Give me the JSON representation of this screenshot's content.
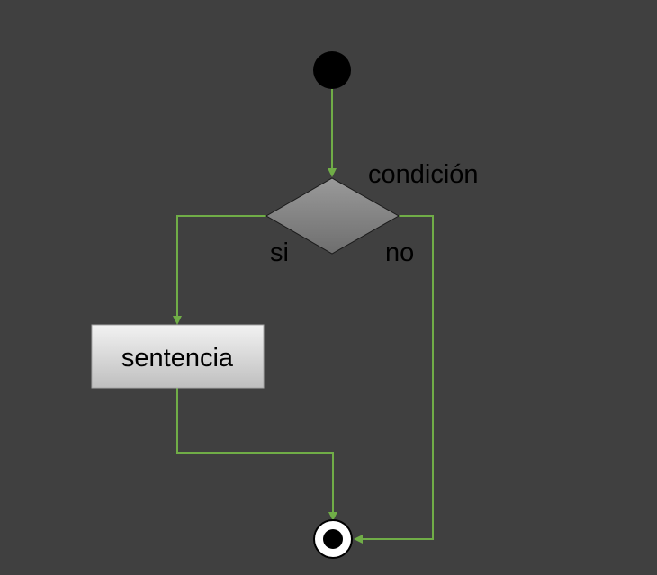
{
  "diagram": {
    "decision_label": "condición",
    "branch_yes_label": "si",
    "branch_no_label": "no",
    "action_label": "sentencia"
  },
  "colors": {
    "background": "#404040",
    "connector": "#70ad47",
    "decision_fill_top": "#9a9a9a",
    "decision_fill_bottom": "#6e6e6e",
    "action_fill_top": "#f2f2f2",
    "action_fill_bottom": "#bfbfbf",
    "node_black": "#000000",
    "node_white": "#ffffff"
  }
}
